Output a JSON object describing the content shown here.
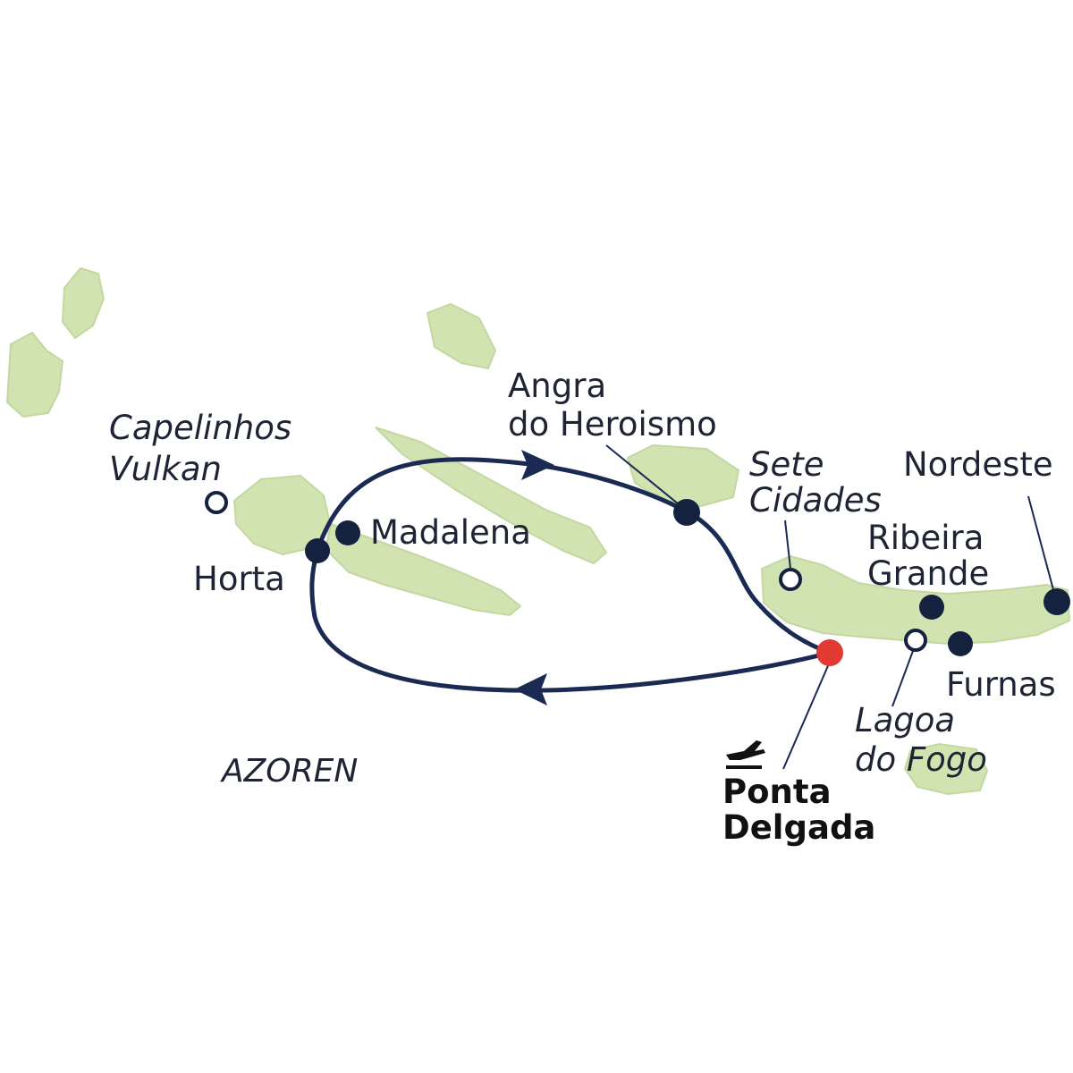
{
  "map": {
    "region_label": "AZOREN",
    "colors": {
      "island": "#d2e3b2",
      "route": "#1a2a52",
      "stop": "#14213f",
      "port": "#e03a33",
      "text": "#1e2433"
    },
    "legend_symbols": {
      "filled_dot": "route-stop",
      "hollow_dot": "excursion-sight",
      "red_dot": "start-end-port",
      "plane": "airport-icon"
    },
    "places": {
      "capelinhos": [
        "Capelinhos",
        "Vulkan"
      ],
      "horta": "Horta",
      "madalena": "Madalena",
      "angra": [
        "Angra",
        "do Heroismo"
      ],
      "sete_cidades": [
        "Sete",
        "Cidades"
      ],
      "nordeste": "Nordeste",
      "ribeira_grande": [
        "Ribeira",
        "Grande"
      ],
      "furnas": "Furnas",
      "lagoa_do_fogo": [
        "Lagoa",
        "do Fogo"
      ],
      "ponta_delgada": [
        "Ponta",
        "Delgada"
      ]
    }
  }
}
